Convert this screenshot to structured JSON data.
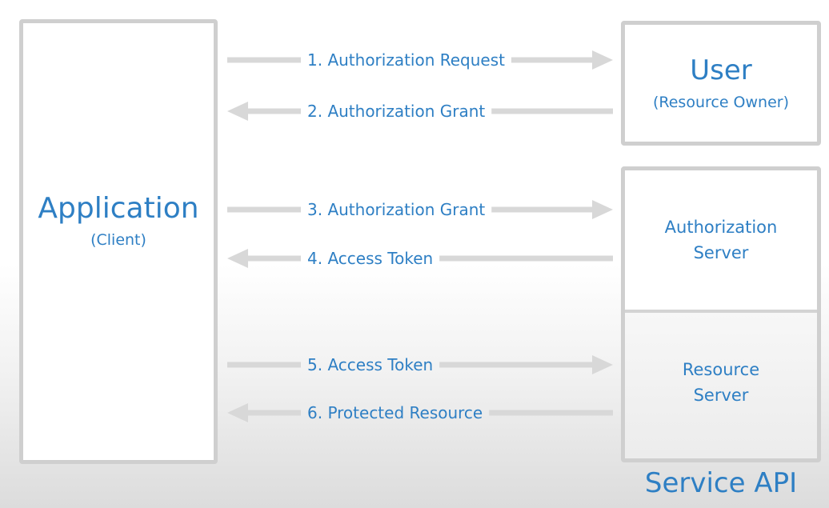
{
  "application": {
    "title": "Application",
    "subtitle": "(Client)"
  },
  "user": {
    "title": "User",
    "subtitle": "(Resource Owner)"
  },
  "service": {
    "authorization_server_line1": "Authorization",
    "authorization_server_line2": "Server",
    "resource_server_line1": "Resource",
    "resource_server_line2": "Server",
    "label": "Service API"
  },
  "flows": [
    {
      "label": "1. Authorization Request",
      "direction": "right"
    },
    {
      "label": "2. Authorization Grant",
      "direction": "left"
    },
    {
      "label": "3. Authorization Grant",
      "direction": "right"
    },
    {
      "label": "4. Access Token",
      "direction": "left"
    },
    {
      "label": "5. Access Token",
      "direction": "right"
    },
    {
      "label": "6. Protected Resource",
      "direction": "left"
    }
  ],
  "colors": {
    "text_blue": "#2e7fc4",
    "box_border": "#cfcfcf",
    "arrow_gray": "#d8d8d8"
  }
}
